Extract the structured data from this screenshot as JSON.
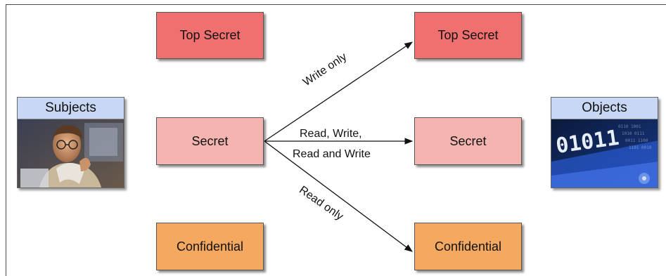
{
  "subjects": {
    "title": "Subjects"
  },
  "objects": {
    "title": "Objects",
    "digits": "01011"
  },
  "left_levels": {
    "top_secret": "Top Secret",
    "secret": "Secret",
    "confidential": "Confidential"
  },
  "right_levels": {
    "top_secret": "Top Secret",
    "secret": "Secret",
    "confidential": "Confidential"
  },
  "arrows": {
    "write_only": "Write only",
    "read_write_line1": "Read, Write,",
    "read_write_line2": "Read and Write",
    "read_only": "Read only"
  },
  "colors": {
    "top_secret": "#f07070",
    "secret": "#f4b4b0",
    "confidential": "#f4a860",
    "header": "#c8d8f4"
  }
}
